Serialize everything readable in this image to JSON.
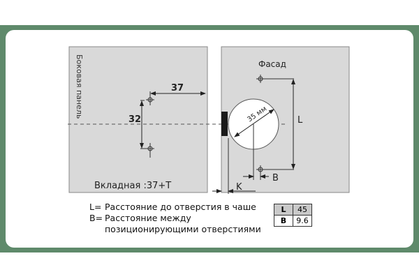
{
  "colors": {
    "frame": "#5f8a6b",
    "panel": "#d9d9d9",
    "line": "#222222"
  },
  "diagram": {
    "side_panel_label": "Боковая панель",
    "facade_label": "Фасад",
    "dim_37": "37",
    "dim_32": "32",
    "cup_diameter": "35 мм",
    "dim_L": "L",
    "dim_B": "B",
    "dim_K": "K",
    "overlay_label": "Вкладная :37+T"
  },
  "legend": [
    {
      "key": "L=",
      "text": "Расстояние до отверстия в чаше"
    },
    {
      "key": "B=",
      "text": "Расстояние между"
    },
    {
      "key": "",
      "text": "позиционирующими отверстиями"
    }
  ],
  "table": [
    {
      "label": "L",
      "value": "45"
    },
    {
      "label": "B",
      "value": "9.6"
    }
  ]
}
